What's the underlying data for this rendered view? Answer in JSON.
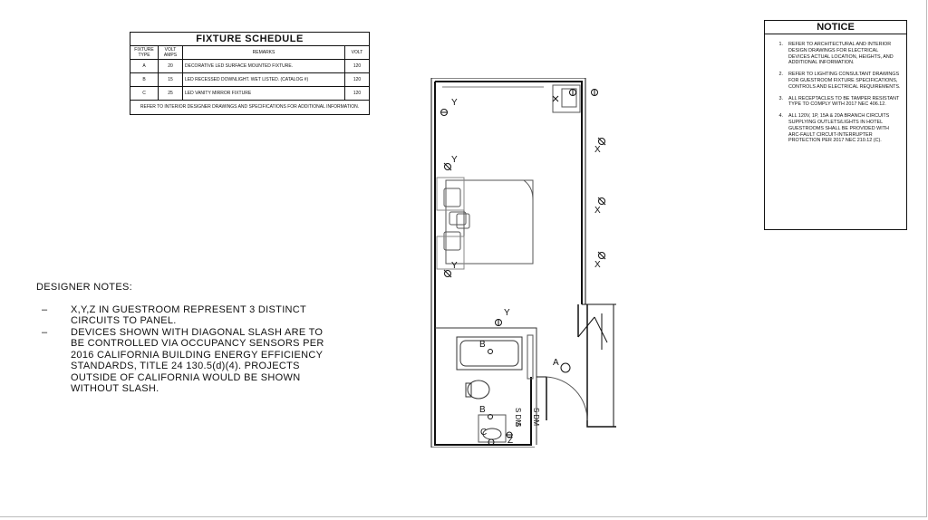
{
  "fixture_schedule": {
    "title": "FIXTURE SCHEDULE",
    "headers": {
      "type": "FIXTURE TYPE",
      "amps": "VOLT AMPS",
      "remarks": "REMARKS",
      "volt": "VOLT"
    },
    "rows": [
      {
        "type": "A",
        "amps": "20",
        "remarks": "DECORATIVE LED SURFACE MOUNTED FIXTURE.",
        "volt": "120"
      },
      {
        "type": "B",
        "amps": "15",
        "remarks": "LED RECESSED DOWNLIGHT. WET LISTED. (CATALOG #)",
        "volt": "120"
      },
      {
        "type": "C",
        "amps": "25",
        "remarks": "LED VANITY MIRROR FIXTURE",
        "volt": "120"
      }
    ],
    "footer": "REFER TO INTERIOR DESIGNER DRAWINGS AND SPECIFICATIONS FOR ADDITIONAL INFORMATION."
  },
  "notice": {
    "title": "NOTICE",
    "items": [
      {
        "num": "1.",
        "text": "REFER TO ARCHITECTURAL AND INTERIOR DESIGN DRAWINGS FOR ELECTRICAL DEVICES ACTUAL LOCATION, HEIGHTS, AND ADDITIONAL INFORMATION."
      },
      {
        "num": "2.",
        "text": "REFER TO LIGHTING CONSULTANT DRAWINGS FOR GUESTROOM FIXTURE SPECIFICATIONS, CONTROLS AND ELECTRICAL REQUIREMENTS."
      },
      {
        "num": "3.",
        "text": "ALL RECEPTACLES TO BE TAMPER RESISTANT TYPE TO COMPLY WITH 2017 NEC 406.12."
      },
      {
        "num": "4.",
        "text": "ALL 120V, 1P, 15A & 20A BRANCH CIRCUITS SUPPLYING OUTLETS/LIGHTS IN HOTEL GUESTROOMS SHALL BE PROVIDED WITH ARC-FAULT CIRCUIT-INTERRUPTER PROTECTION PER 2017 NEC 210.12 (C)."
      }
    ]
  },
  "designer_notes": {
    "title": "DESIGNER NOTES:",
    "items": [
      {
        "dash": "–",
        "text": "X,Y,Z IN GUESTROOM REPRESENT 3 DISTINCT CIRCUITS TO PANEL."
      },
      {
        "dash": "–",
        "text": "DEVICES SHOWN WITH DIAGONAL SLASH ARE TO BE CONTROLLED VIA OCCUPANCY SENSORS PER 2016 CALIFORNIA BUILDING ENERGY EFFICIENCY STANDARDS, TITLE 24 130.5(d)(4). PROJECTS OUTSIDE OF CALIFORNIA WOULD BE SHOWN WITHOUT SLASH."
      }
    ]
  },
  "plan_labels": {
    "x": "X",
    "y": "Y",
    "z": "Z",
    "a": "A",
    "b": "B",
    "c": "C",
    "switch_dm": "S DM",
    "switch_s": "S"
  },
  "colors": {
    "line": "#111111",
    "furniture": "#555555",
    "background": "#ffffff"
  }
}
